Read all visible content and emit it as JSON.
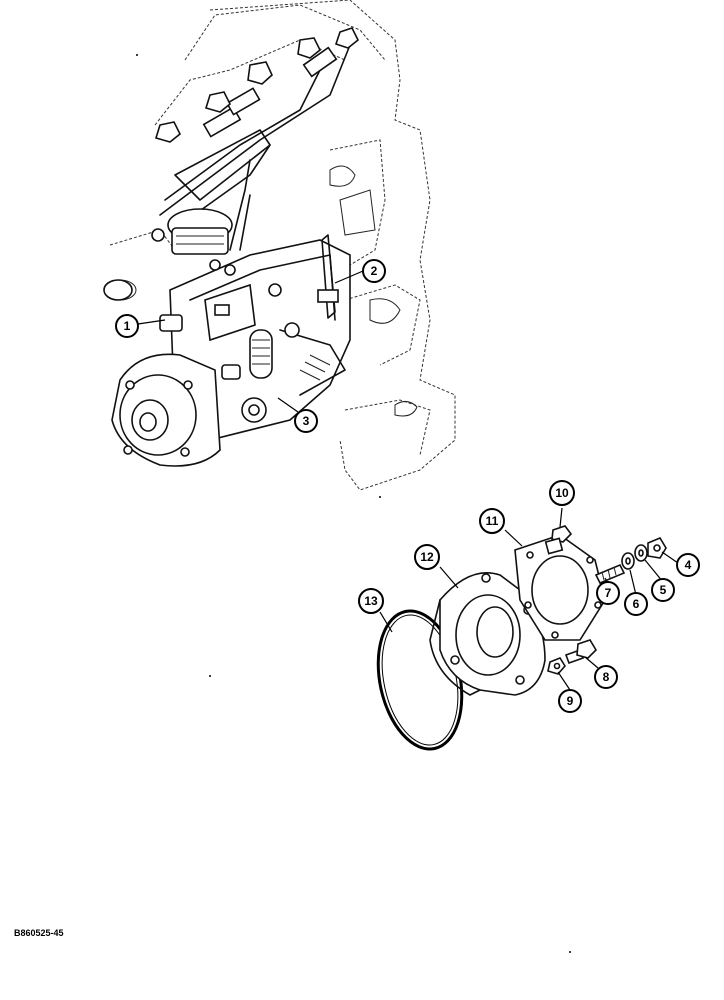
{
  "reference_code": "B860525-45",
  "callouts": [
    {
      "label": "1"
    },
    {
      "label": "2"
    },
    {
      "label": "3"
    },
    {
      "label": "4"
    },
    {
      "label": "5"
    },
    {
      "label": "6"
    },
    {
      "label": "7"
    },
    {
      "label": "8"
    },
    {
      "label": "9"
    },
    {
      "label": "10"
    },
    {
      "label": "11"
    },
    {
      "label": "12"
    },
    {
      "label": "13"
    }
  ],
  "drawings": [
    {
      "icon": "engine-block-sketch"
    },
    {
      "icon": "fuel-injection-pump"
    },
    {
      "icon": "pump-mounting-adapter"
    },
    {
      "icon": "adapter-gasket"
    },
    {
      "icon": "o-ring-seal"
    },
    {
      "icon": "hardware-fasteners"
    }
  ]
}
